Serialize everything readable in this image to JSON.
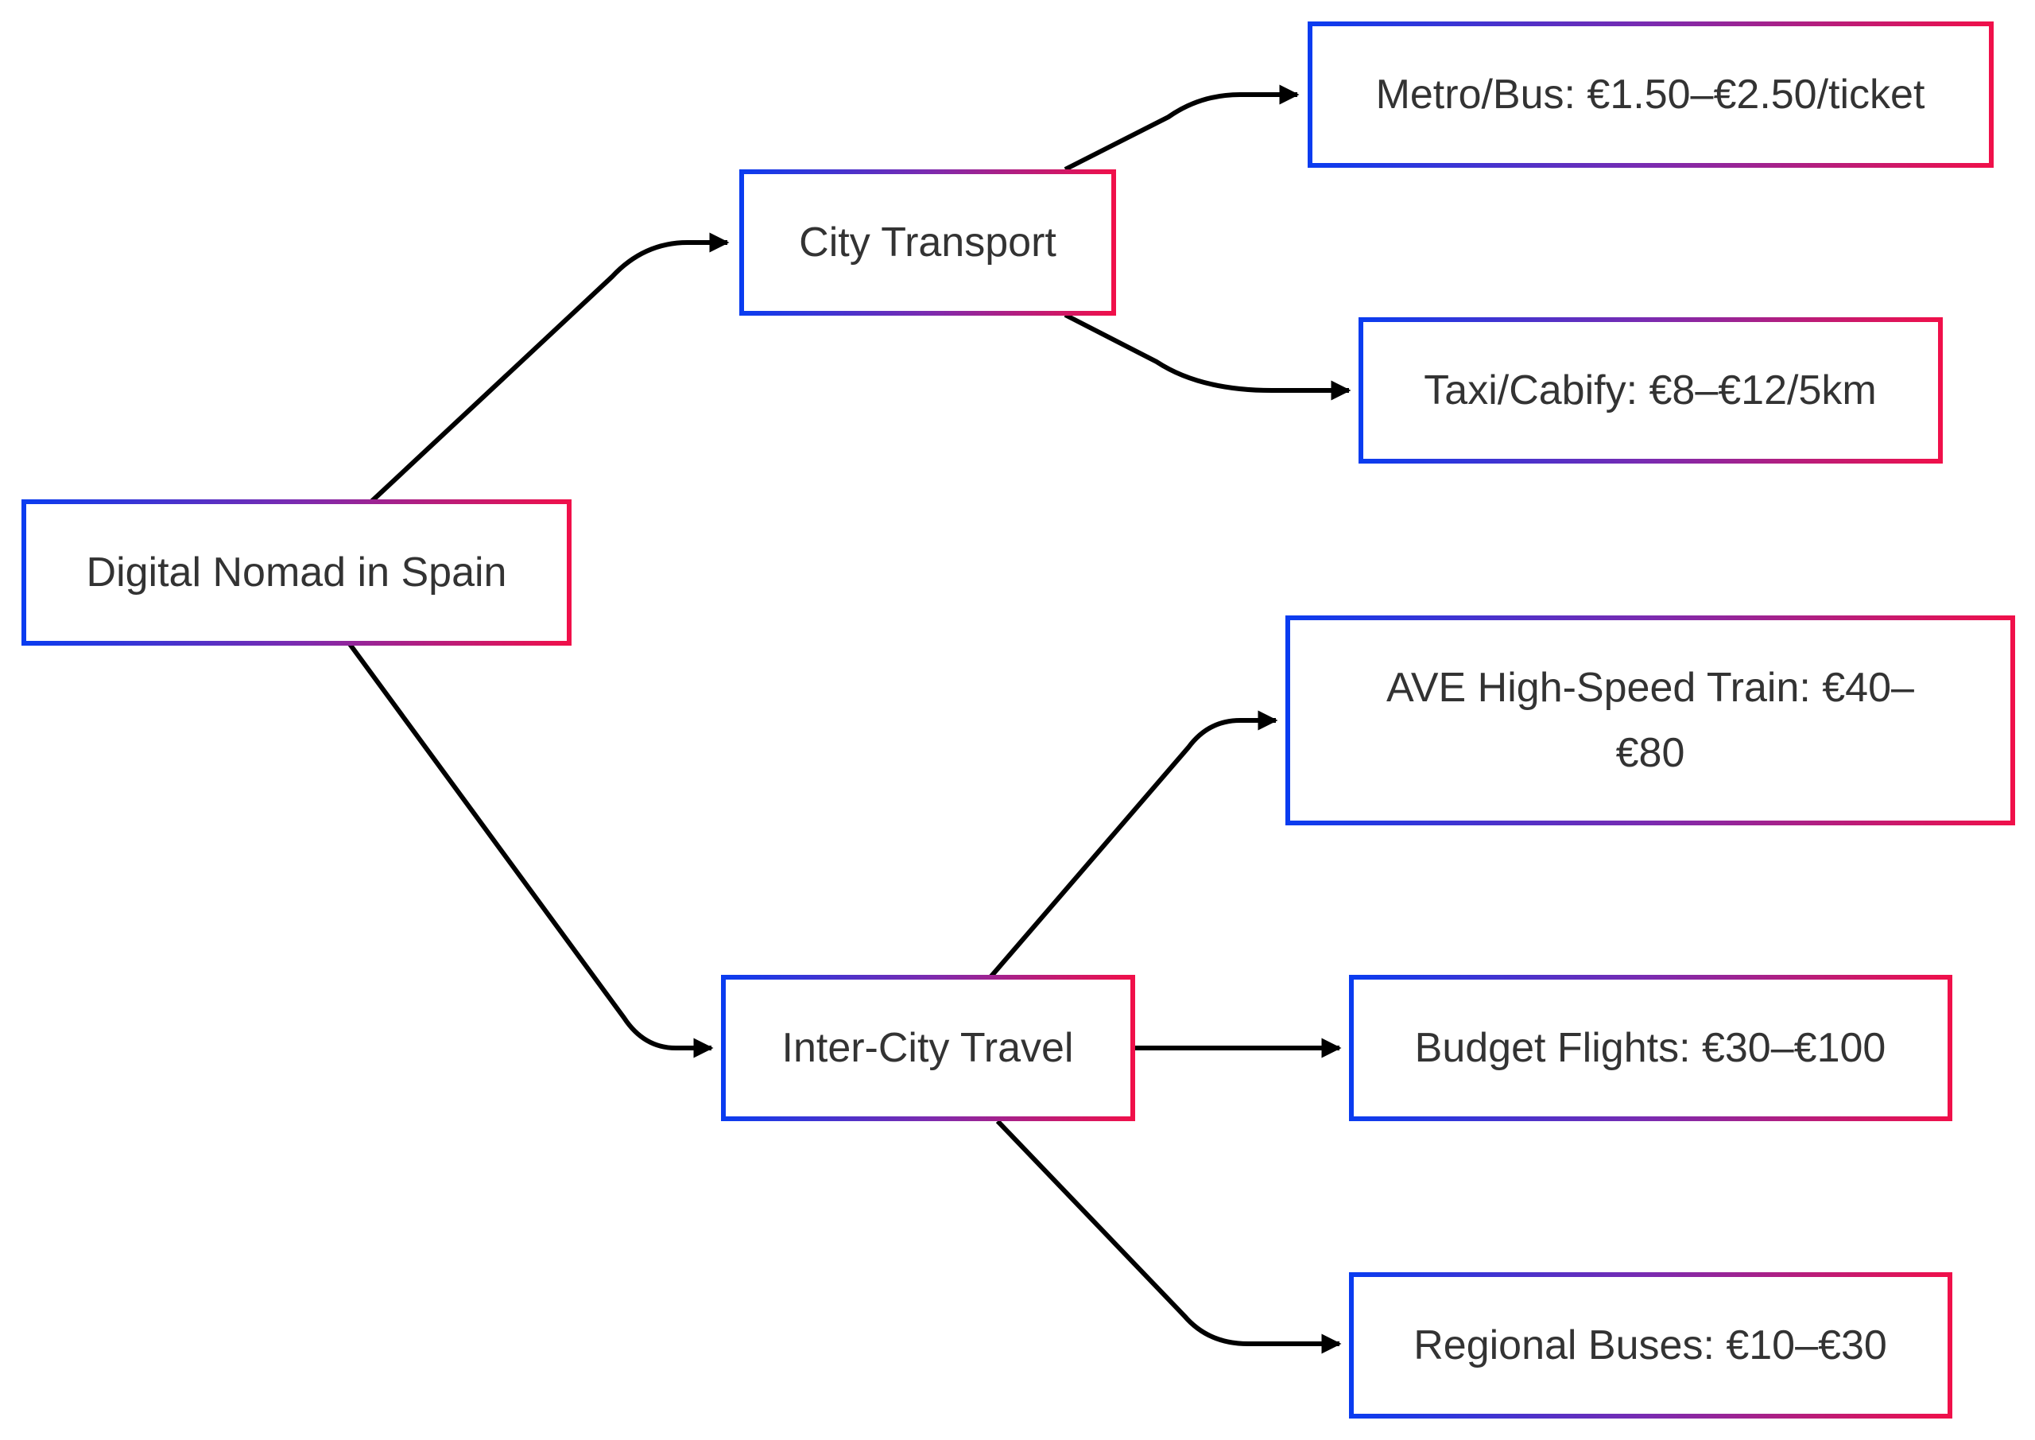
{
  "colors": {
    "border_start": "#0a3cf0",
    "border_mid": "#7b2bb0",
    "border_end": "#f0104a",
    "edge": "#000000",
    "text": "#333333",
    "background": "#ffffff"
  },
  "nodes": {
    "root": {
      "label": "Digital Nomad in Spain"
    },
    "city": {
      "label": "City Transport"
    },
    "metro": {
      "label": "Metro/Bus: €1.50–€2.50/ticket"
    },
    "taxi": {
      "label": "Taxi/Cabify: €8–€12/5km"
    },
    "intercity": {
      "label": "Inter-City Travel"
    },
    "ave": {
      "line1": "AVE High-Speed Train: €40–",
      "line2": "€80"
    },
    "flights": {
      "label": "Budget Flights: €30–€100"
    },
    "buses": {
      "label": "Regional Buses: €10–€30"
    }
  },
  "edges": [
    {
      "from": "root",
      "to": "city"
    },
    {
      "from": "root",
      "to": "intercity"
    },
    {
      "from": "city",
      "to": "metro"
    },
    {
      "from": "city",
      "to": "taxi"
    },
    {
      "from": "intercity",
      "to": "ave"
    },
    {
      "from": "intercity",
      "to": "flights"
    },
    {
      "from": "intercity",
      "to": "buses"
    }
  ]
}
